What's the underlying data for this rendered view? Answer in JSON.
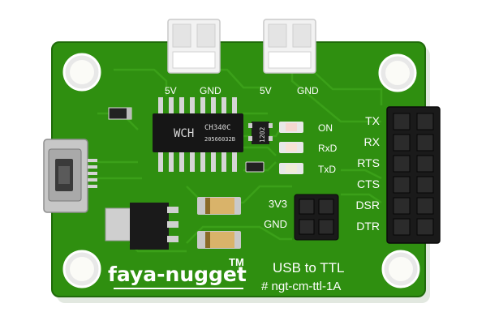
{
  "board": {
    "brand": "faya-nugget",
    "trademark": "TM",
    "title": "USB to TTL",
    "model": "# ngt-cm-ttl-1A",
    "colors": {
      "pcb": "#2f8f10",
      "pcb_edge": "#1f6a0a",
      "trace": "#3da21a",
      "silkscreen": "#ffffff",
      "header": "#1a1a1a",
      "connector": "#f2f2f2",
      "tantalum": "#d9b36a"
    }
  },
  "power_connectors": [
    {
      "pins": [
        "5V",
        "GND"
      ]
    },
    {
      "pins": [
        "5V",
        "GND"
      ]
    }
  ],
  "chip": {
    "logo": "WCH",
    "part": "CH340C",
    "lot": "20566032B"
  },
  "regulator_marking": "1202",
  "leds": [
    {
      "label": "ON"
    },
    {
      "label": "RxD"
    },
    {
      "label": "TxD"
    }
  ],
  "header_pins": [
    "TX",
    "RX",
    "RTS",
    "CTS",
    "DSR",
    "DTR"
  ],
  "aux_pins": [
    "3V3",
    "GND"
  ]
}
